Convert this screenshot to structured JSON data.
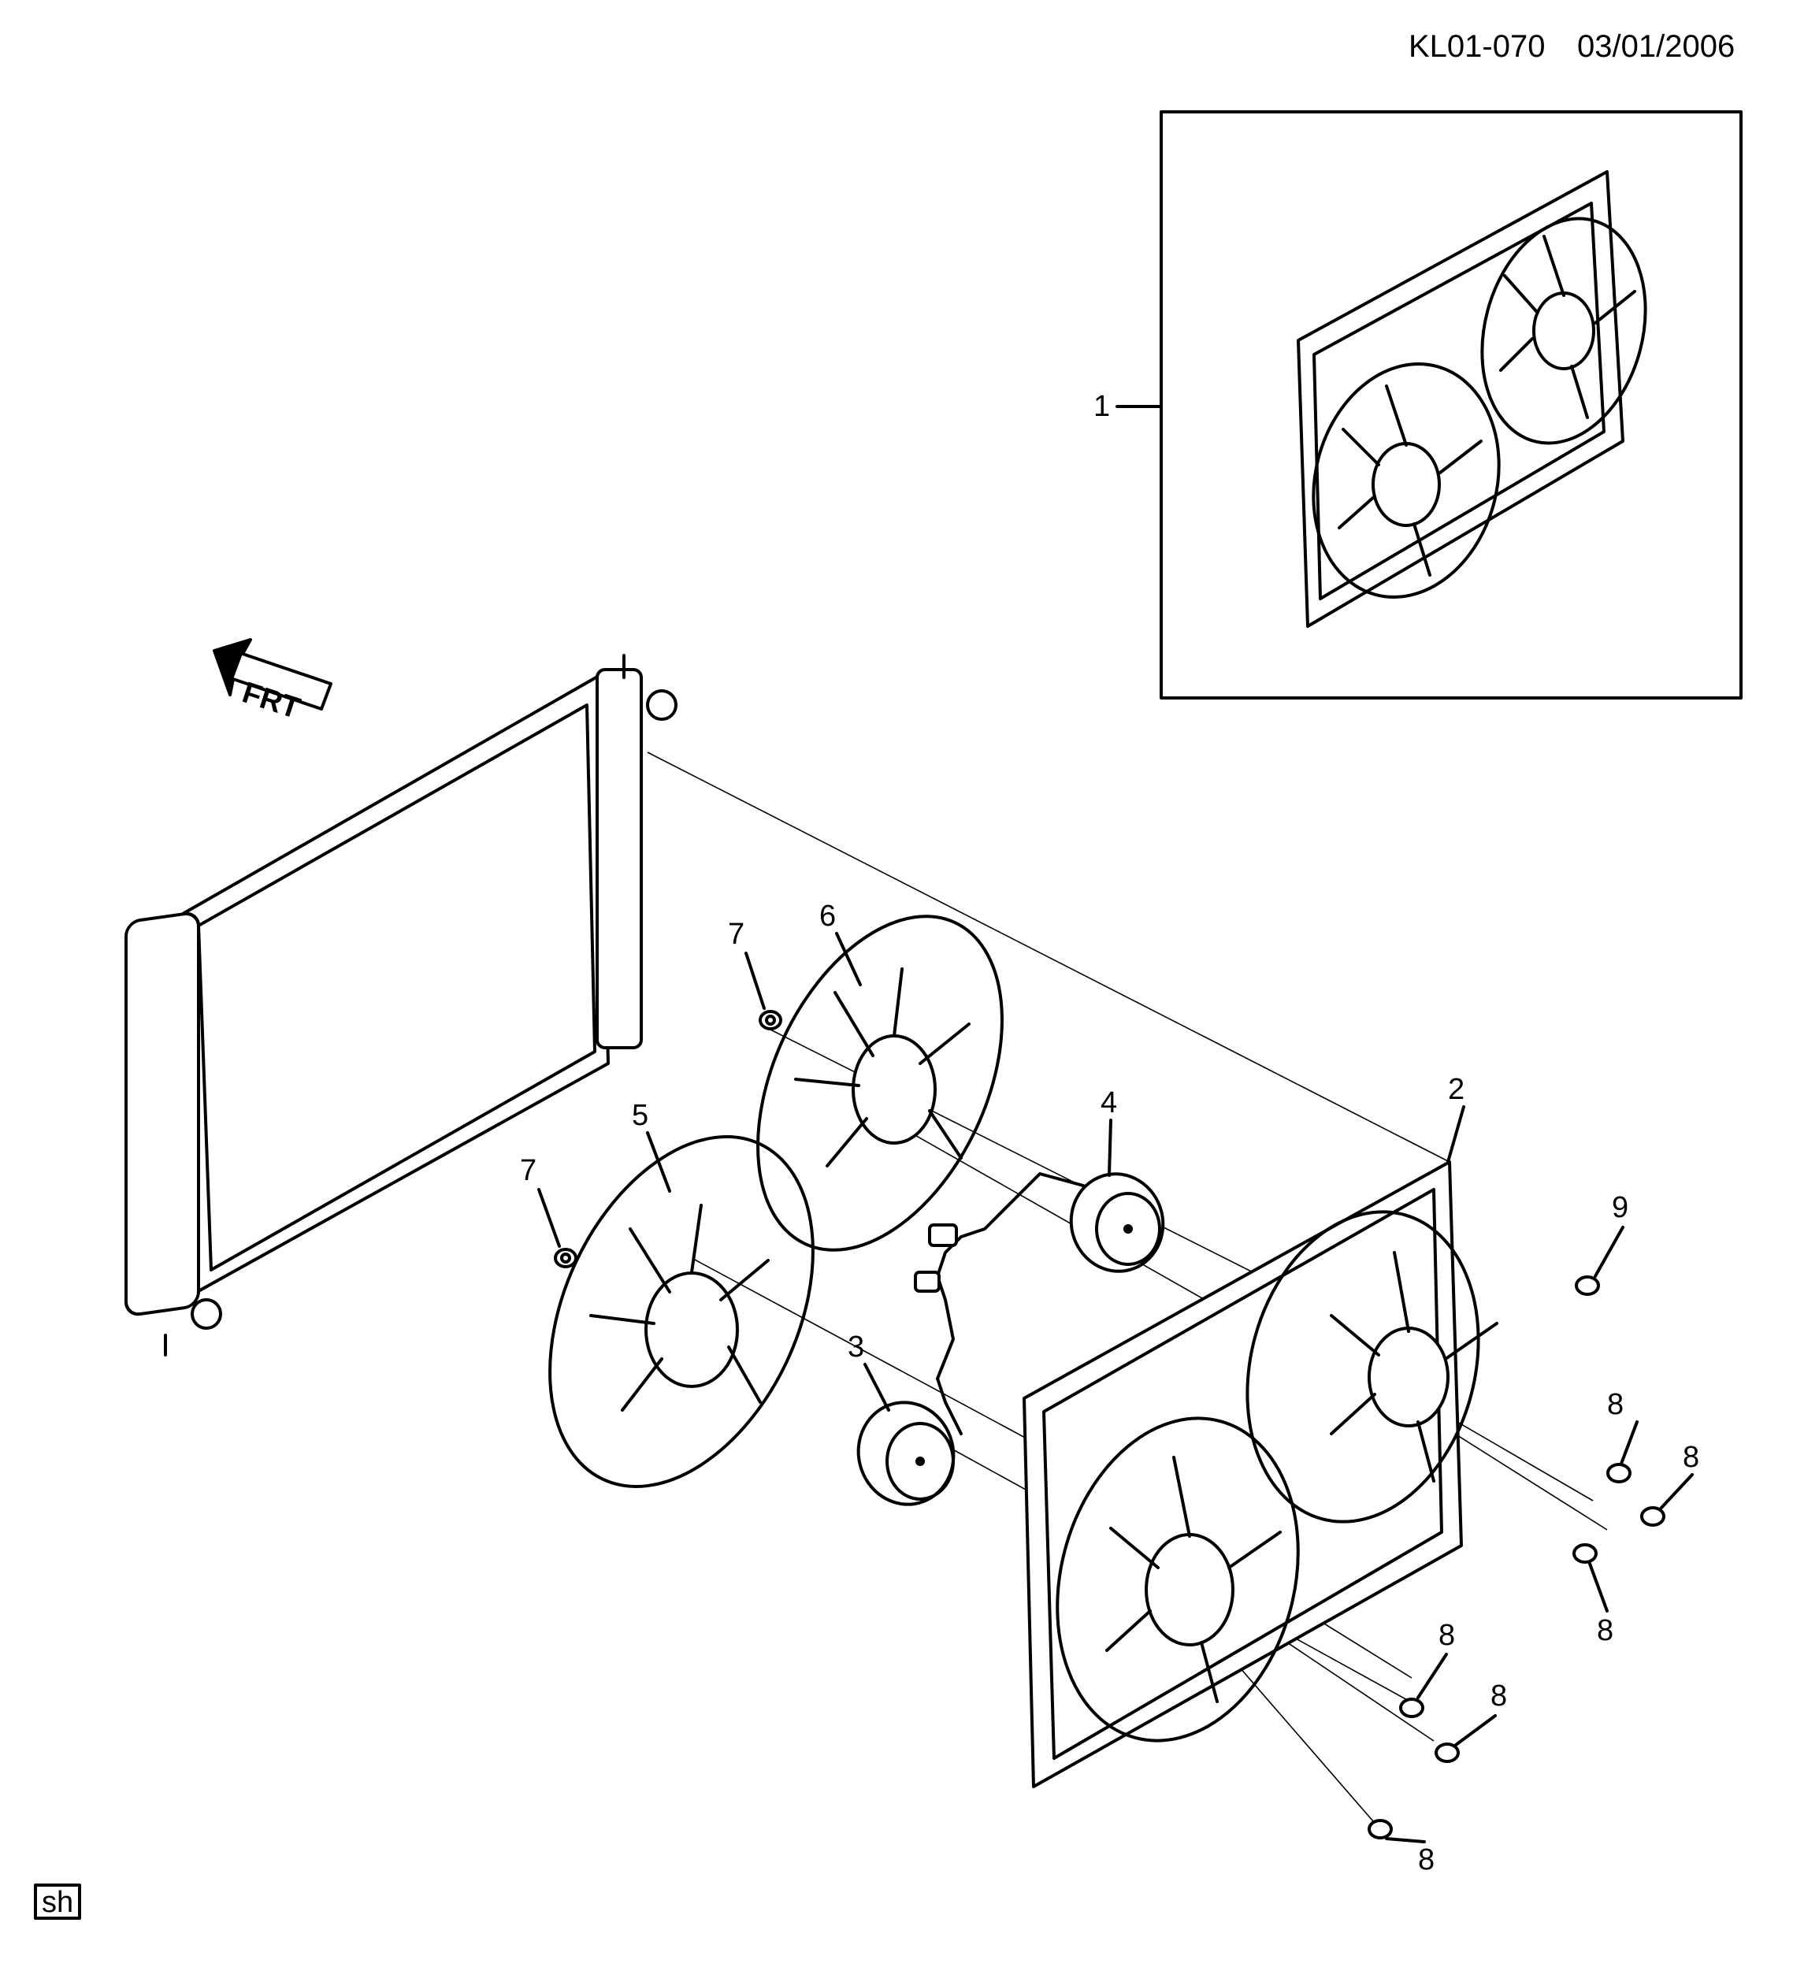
{
  "header": {
    "code": "KL01-070",
    "date": "03/01/2006"
  },
  "direction_label": "FRT",
  "corner_tag": "sh",
  "callouts": [
    {
      "id": "c1",
      "text": "1"
    },
    {
      "id": "c2",
      "text": "2"
    },
    {
      "id": "c3",
      "text": "3"
    },
    {
      "id": "c4",
      "text": "4"
    },
    {
      "id": "c5",
      "text": "5"
    },
    {
      "id": "c6",
      "text": "6"
    },
    {
      "id": "c7a",
      "text": "7"
    },
    {
      "id": "c7b",
      "text": "7"
    },
    {
      "id": "c8a",
      "text": "8"
    },
    {
      "id": "c8b",
      "text": "8"
    },
    {
      "id": "c8c",
      "text": "8"
    },
    {
      "id": "c8d",
      "text": "8"
    },
    {
      "id": "c8e",
      "text": "8"
    },
    {
      "id": "c8f",
      "text": "8"
    },
    {
      "id": "c9",
      "text": "9"
    }
  ]
}
